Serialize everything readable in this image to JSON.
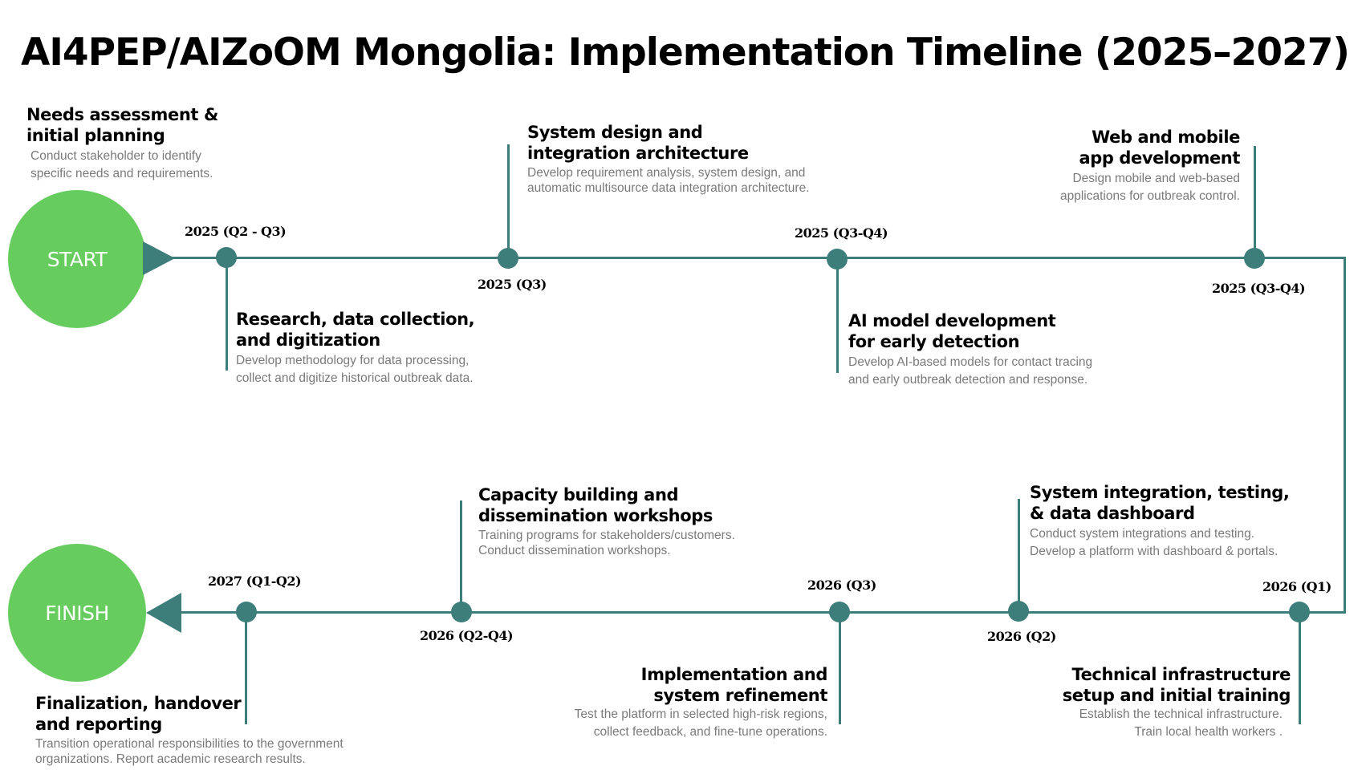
{
  "title": "AI4PEP/AIZoOM Mongolia: Implementation Timeline (2025–2027)",
  "colors": {
    "line": "#3d7d7a",
    "circle": "#66cc5e",
    "heading": "#000000",
    "description": "#7a7a7a"
  },
  "start_label": "START",
  "finish_label": "FINISH",
  "milestones": [
    {
      "date": "2025 (Q2 - Q3)",
      "heading": "Needs assessment &\ninitial planning",
      "description": "Conduct stakeholder to identify\nspecific needs and requirements."
    },
    {
      "date": "2025 (Q2 - Q3)",
      "heading": "Research, data collection,\nand digitization",
      "description": "Develop methodology for data processing,\ncollect and digitize historical outbreak data."
    },
    {
      "date": "2025 (Q3)",
      "heading": "System design and\nintegration architecture",
      "description": "Develop requirement analysis, system design, and\nautomatic multisource data integration architecture."
    },
    {
      "date": "2025 (Q3-Q4)",
      "heading": "AI model development\nfor early detection",
      "description": "Develop AI-based models for contact tracing\nand early outbreak detection and response."
    },
    {
      "date": "2025 (Q3-Q4)",
      "heading": "Web and mobile\napp development",
      "description": "Design mobile and web-based\napplications for outbreak control."
    },
    {
      "date": "2026 (Q1)",
      "heading": "Technical infrastructure\nsetup and initial training",
      "description": "Establish the technical infrastructure.\nTrain local health workers ."
    },
    {
      "date": "2026 (Q2)",
      "heading": "System integration, testing,\n& data dashboard",
      "description": "Conduct system integrations and testing.\nDevelop a platform with dashboard & portals."
    },
    {
      "date": "2026 (Q3)",
      "heading": "Implementation and\nsystem  refinement",
      "description": "Test the platform in selected high-risk regions,\ncollect feedback, and fine-tune operations."
    },
    {
      "date": "2026 (Q2-Q4)",
      "heading": "Capacity building and\ndissemination workshops",
      "description": "Training programs for stakeholders/customers.\nConduct dissemination workshops."
    },
    {
      "date": "2027 (Q1-Q2)",
      "heading": "Finalization, handover\nand reporting",
      "description": "Transition operational responsibilities to the government\norganizations. Report academic research results."
    }
  ]
}
